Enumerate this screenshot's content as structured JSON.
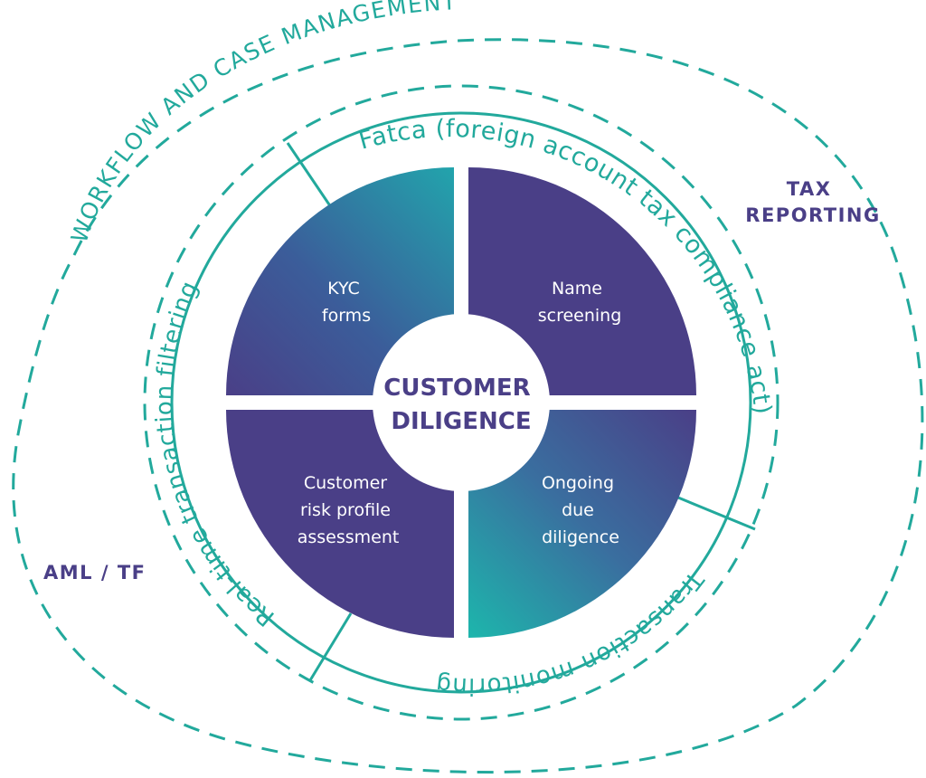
{
  "outer_ring": {
    "label": "WORKFLOW AND CASE MANAGEMENT"
  },
  "side_labels": {
    "tax_reporting_line1": "TAX",
    "tax_reporting_line2": "REPORTING",
    "aml_tf": "AML / TF"
  },
  "ring_segments": {
    "fatca": "Fatca (foreign account tax compliance act)",
    "realtime_filtering": "Real-time transaction filtering",
    "transaction_monitoring": "Transaction monitoring"
  },
  "quadrants": {
    "kyc": {
      "line1": "KYC",
      "line2": "forms"
    },
    "name_screening": {
      "line1": "Name",
      "line2": "screening"
    },
    "risk_profile": {
      "line1": "Customer",
      "line2": "risk profile",
      "line3": "assessment"
    },
    "due_diligence": {
      "line1": "Ongoing",
      "line2": "due",
      "line3": "diligence"
    }
  },
  "center": {
    "line1": "CUSTOMER",
    "line2": "DILIGENCE"
  },
  "colors": {
    "teal": "#22a99c",
    "purple": "#4a3f87",
    "teal_light": "#22b3ad"
  }
}
